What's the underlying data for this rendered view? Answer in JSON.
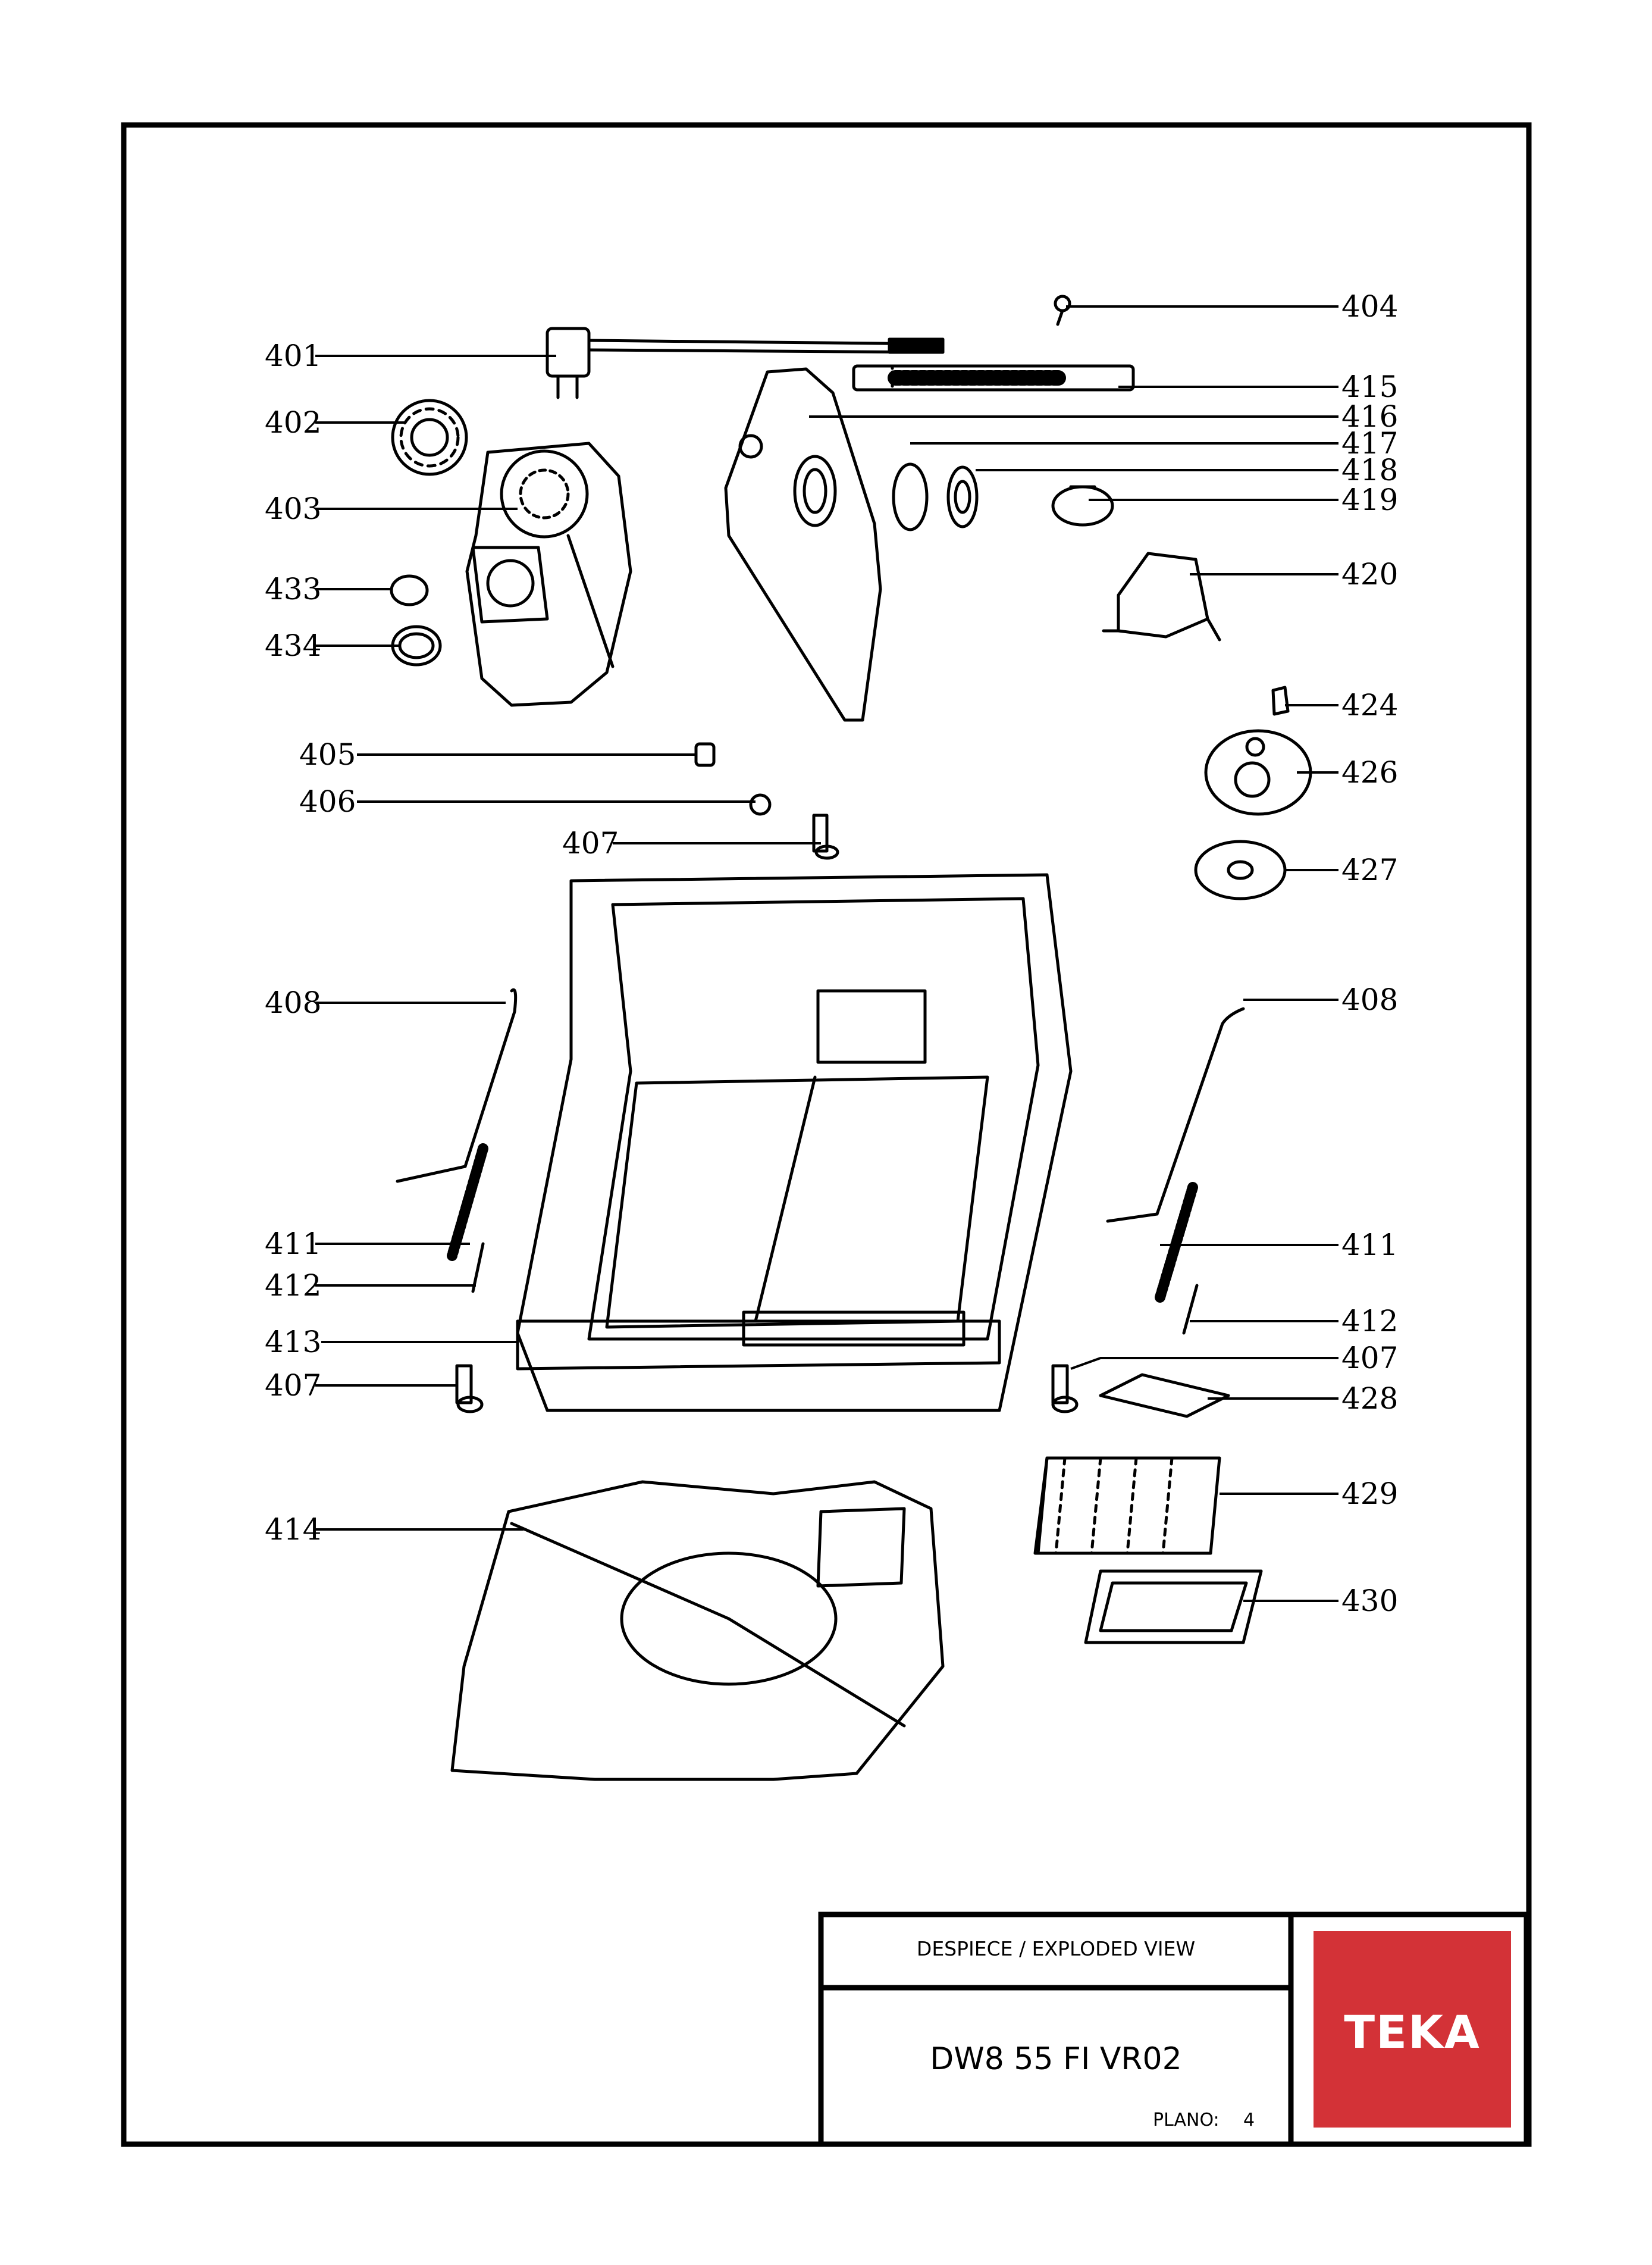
{
  "title_block": {
    "view_title": "DESPIECE / EXPLODED VIEW",
    "model": "DW8 55 FI VR02",
    "plano_label": "PLANO:",
    "plano_number": "4",
    "brand": "TEKA",
    "brand_color": "#d33237"
  },
  "callouts": {
    "c401": "401",
    "c402": "402",
    "c403": "403",
    "c433": "433",
    "c434": "434",
    "c405": "405",
    "c406": "406",
    "c407a": "407",
    "c408a": "408",
    "c411a": "411",
    "c412a": "412",
    "c413": "413",
    "c407b": "407",
    "c414": "414",
    "c404": "404",
    "c415": "415",
    "c416": "416",
    "c417": "417",
    "c418": "418",
    "c419": "419",
    "c420": "420",
    "c424": "424",
    "c426": "426",
    "c427": "427",
    "c408b": "408",
    "c411b": "411",
    "c412b": "412",
    "c407c": "407",
    "c428": "428",
    "c429": "429",
    "c430": "430"
  }
}
